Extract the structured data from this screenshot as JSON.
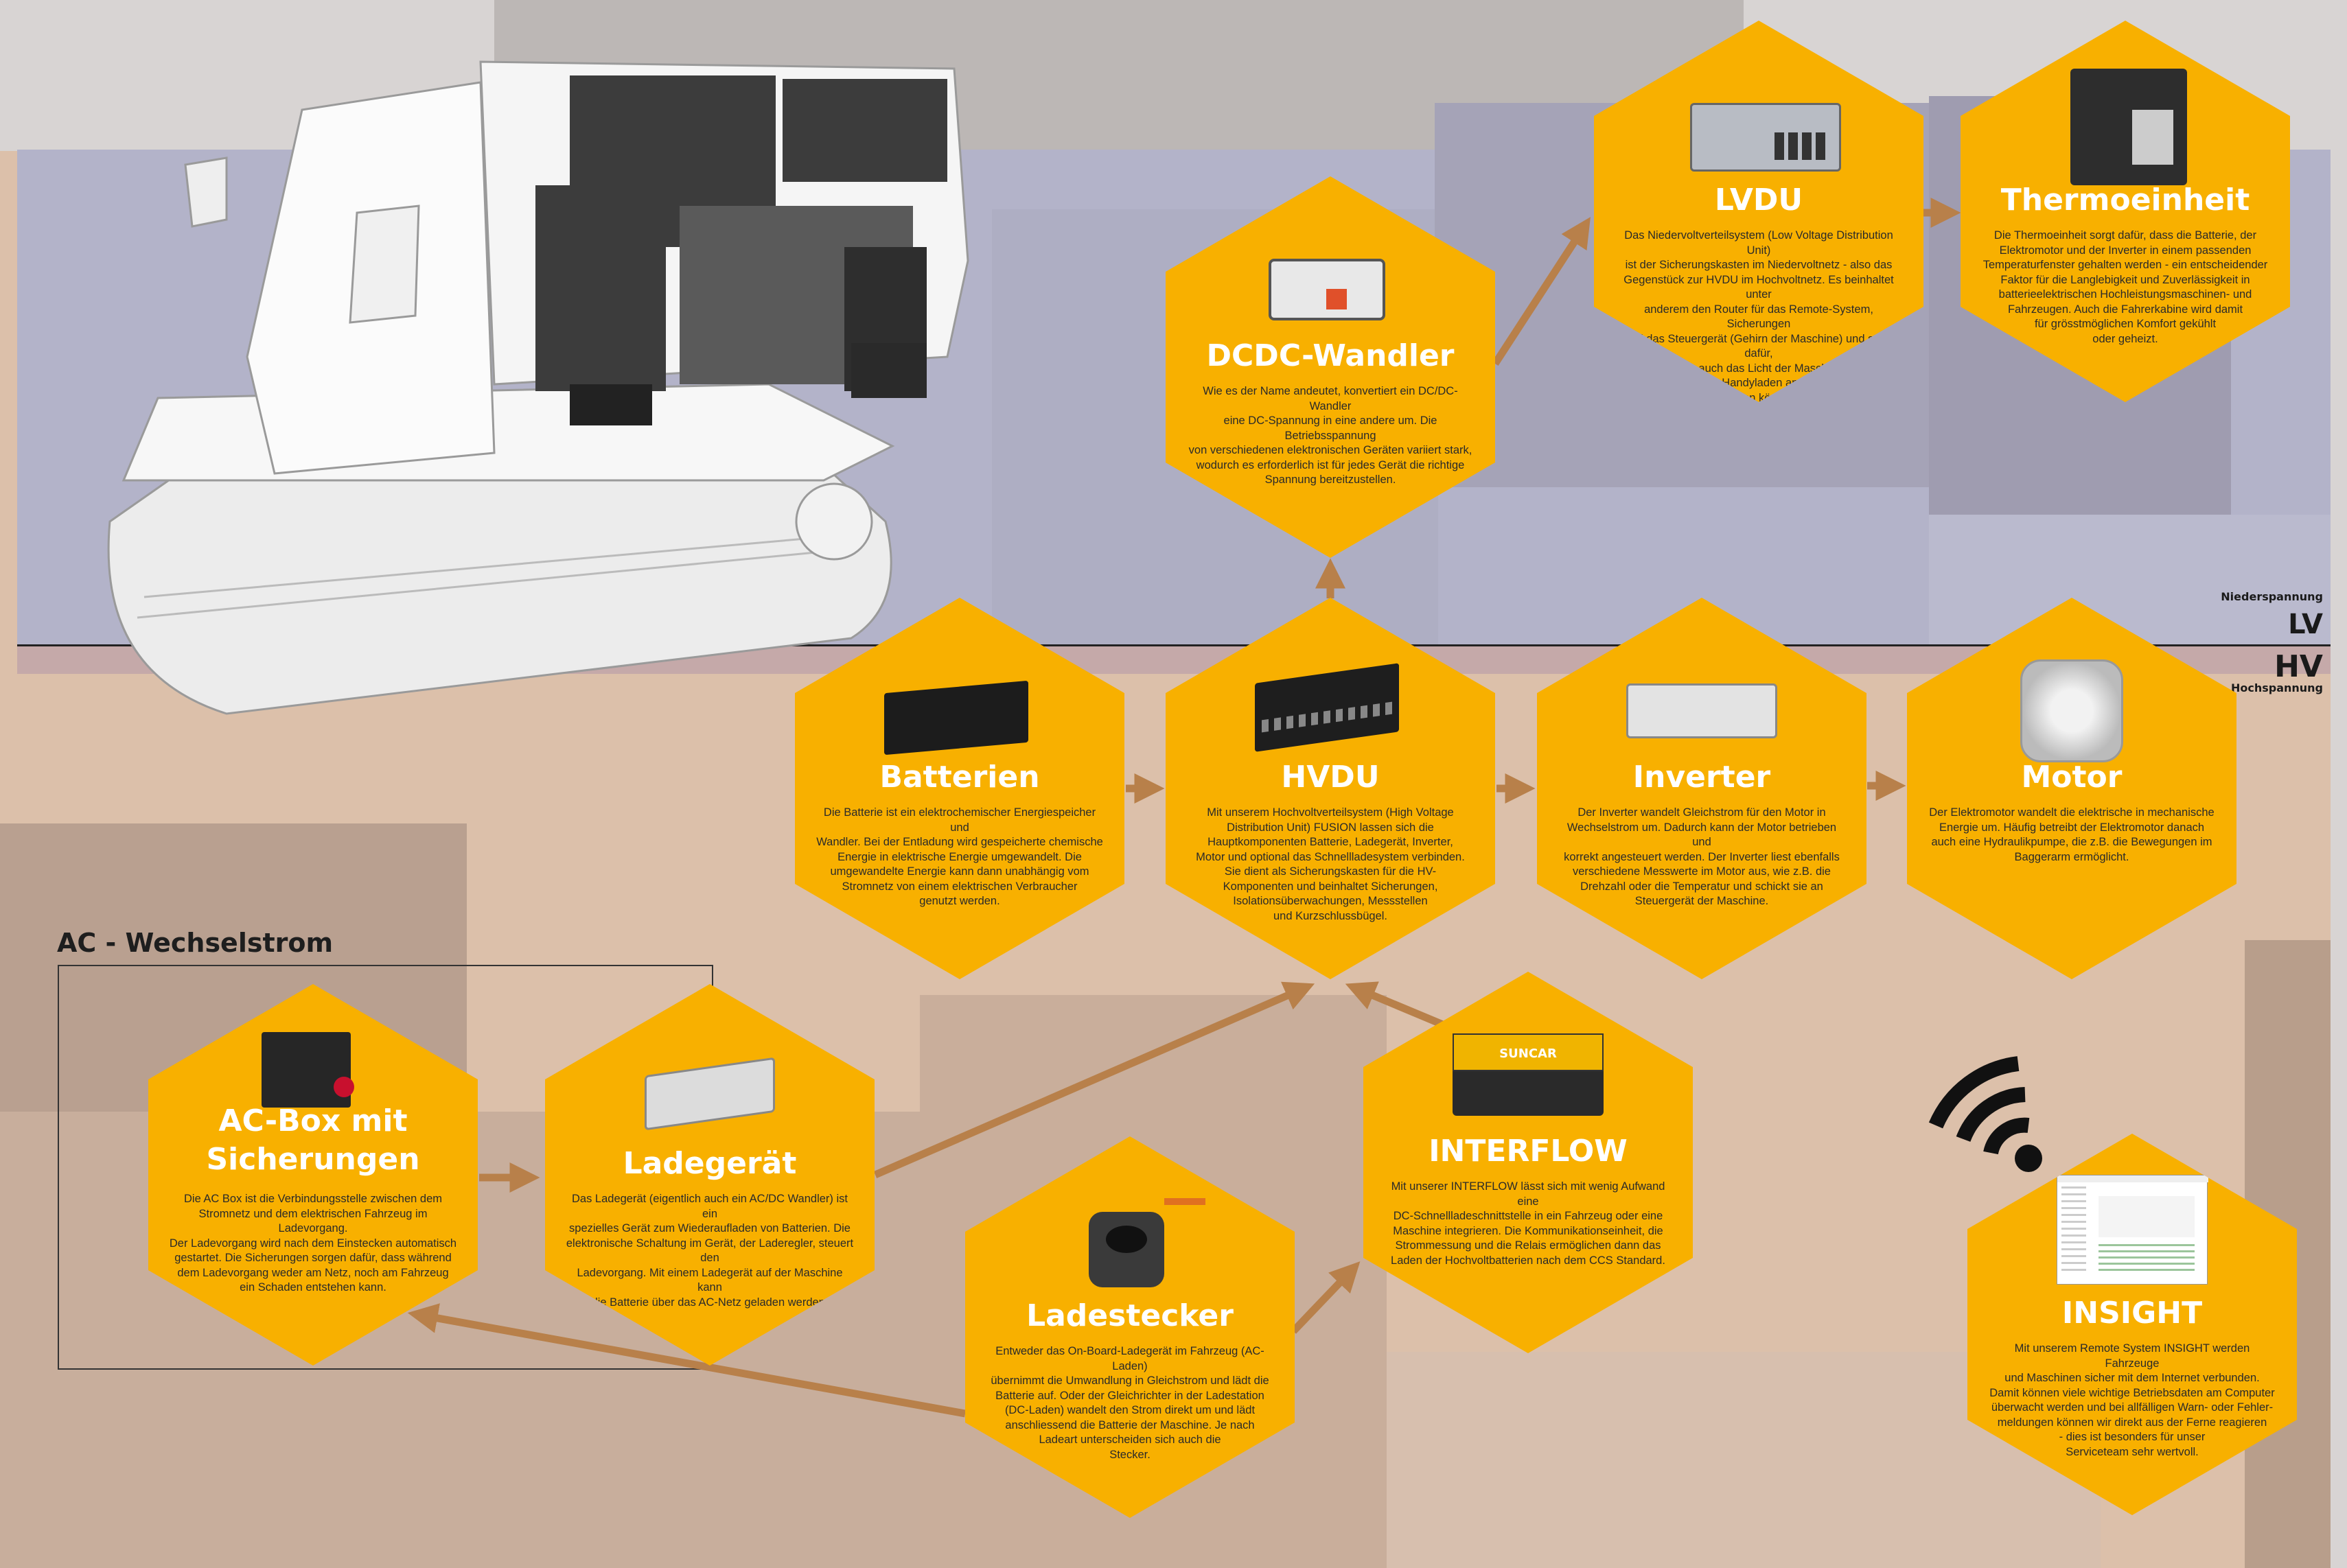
{
  "labels": {
    "niederspannung": "Niederspannung",
    "lv": "LV",
    "hv": "HV",
    "hochspannung": "Hochspannung",
    "ac_section": "AC - Wechselstrom"
  },
  "colors": {
    "hexagon": "#f8b000",
    "arrow": "#b8804a",
    "lv_zone": "#b3b3c9",
    "hv_zone": "#dcc0aa"
  },
  "components": {
    "dcdc": {
      "title": "DCDC-Wandler",
      "text": "Wie es der Name andeutet, konvertiert ein DC/DC-Wandler\neine DC-Spannung in eine andere um. Die Betriebsspannung\nvon verschiedenen elektronischen Geräten variiert stark,\nwodurch es erforderlich ist für jedes Gerät die richtige\nSpannung bereitzustellen."
    },
    "lvdu": {
      "title": "LVDU",
      "text": "Das Niedervoltverteilsystem (Low Voltage Distribution Unit)\nist der Sicherungskasten im Niedervoltnetz - also das\nGegenstück zur HVDU im Hochvoltnetz. Es beinhaltet unter\nanderem den Router für das Remote-System, Sicherungen\nund das Steuergerät (Gehirn der Maschine) und sorgt dafür,\ndass z.B. auch das Licht der Maschine oder\nder Port fürs Handyladen angeschlossen\nwerden können."
    },
    "thermo": {
      "title": "Thermoeinheit",
      "text": "Die Thermoeinheit sorgt dafür, dass die Batterie, der\nElektromotor und der Inverter in einem passenden\nTemperaturfenster gehalten werden - ein entscheidender\nFaktor für die Langlebigkeit und Zuverlässigkeit in\nbatterieelektrischen Hochleistungsmaschinen- und\nFahrzeugen. Auch die Fahrerkabine wird damit\nfür grösstmöglichen Komfort gekühlt\noder geheizt."
    },
    "batterien": {
      "title": "Batterien",
      "text": "Die Batterie ist ein elektrochemischer Energiespeicher und\nWandler. Bei der Entladung wird gespeicherte chemische\nEnergie in elektrische Energie umgewandelt. Die\numgewandelte Energie kann dann unabhängig vom\nStromnetz von einem elektrischen Verbraucher\ngenutzt werden."
    },
    "hvdu": {
      "title": "HVDU",
      "text": "Mit unserem Hochvoltverteilsystem (High Voltage\nDistribution Unit) FUSION lassen sich die\nHauptkomponenten Batterie, Ladegerät, Inverter,\nMotor und optional das Schnellladesystem verbinden.\nSie dient als Sicherungskasten für die HV-\nKomponenten und beinhaltet Sicherungen,\nIsolationsüberwachungen, Messstellen\nund Kurzschlussbügel."
    },
    "inverter": {
      "title": "Inverter",
      "text": "Der Inverter wandelt Gleichstrom für den Motor in\nWechselstrom um. Dadurch kann der Motor betrieben und\nkorrekt angesteuert werden.  Der Inverter liest ebenfalls\nverschiedene Messwerte im Motor aus, wie z.B. die\nDrehzahl oder die Temperatur und schickt sie an\nSteuergerät der Maschine."
    },
    "motor": {
      "title": "Motor",
      "text": "Der Elektromotor wandelt die elektrische in mechanische\nEnergie um. Häufig betreibt der Elektromotor danach\nauch eine Hydraulikpumpe, die z.B. die Bewegungen im\nBaggerarm ermöglicht."
    },
    "acbox": {
      "title": "AC-Box mit\nSicherungen",
      "text": "Die AC Box ist die Verbindungsstelle zwischen dem\nStromnetz und dem elektrischen Fahrzeug im Ladevorgang.\nDer Ladevorgang wird nach dem Einstecken automatisch\ngestartet. Die Sicherungen sorgen dafür, dass während\ndem Ladevorgang weder am Netz, noch am Fahrzeug\nein Schaden entstehen kann."
    },
    "ladegeraet": {
      "title": "Ladegerät",
      "text": "Das Ladegerät (eigentlich auch ein AC/DC Wandler) ist ein\nspezielles Gerät zum Wiederaufladen von Batterien. Die\nelektronische Schaltung im Gerät, der Laderegler, steuert den\nLadevorgang. Mit einem Ladegerät auf der Maschine kann\ndie Batterie über das AC-Netz geladen werden."
    },
    "ladestecker": {
      "title": "Ladestecker",
      "text": "Entweder das On-Board-Ladegerät im Fahrzeug (AC-Laden)\nübernimmt die Umwandlung in Gleichstrom und lädt die\nBatterie auf. Oder der Gleichrichter in der Ladestation\n(DC-Laden) wandelt den Strom direkt um und lädt\nanschliessend die Batterie der Maschine. Je nach\nLadeart unterscheiden sich auch die\nStecker."
    },
    "interflow": {
      "title": "INTERFLOW",
      "text": "Mit unserer INTERFLOW lässt sich mit wenig Aufwand eine\nDC-Schnellladeschnittstelle in ein Fahrzeug oder eine\nMaschine integrieren. Die Kommunikationseinheit, die\nStrommessung und die Relais ermöglichen dann das\nLaden der Hochvoltbatterien nach dem CCS Standard.",
      "device_brand": "SUNCAR"
    },
    "insight": {
      "title": "INSIGHT",
      "text": "Mit unserem Remote System INSIGHT werden Fahrzeuge\nund Maschinen sicher mit dem Internet verbunden.\nDamit können viele wichtige Betriebsdaten am Computer\nüberwacht werden und bei allfälligen Warn- oder Fehler-\nmeldungen können wir direkt aus der Ferne reagieren\n- dies ist besonders für unser\nServiceteam sehr wertvoll."
    }
  }
}
